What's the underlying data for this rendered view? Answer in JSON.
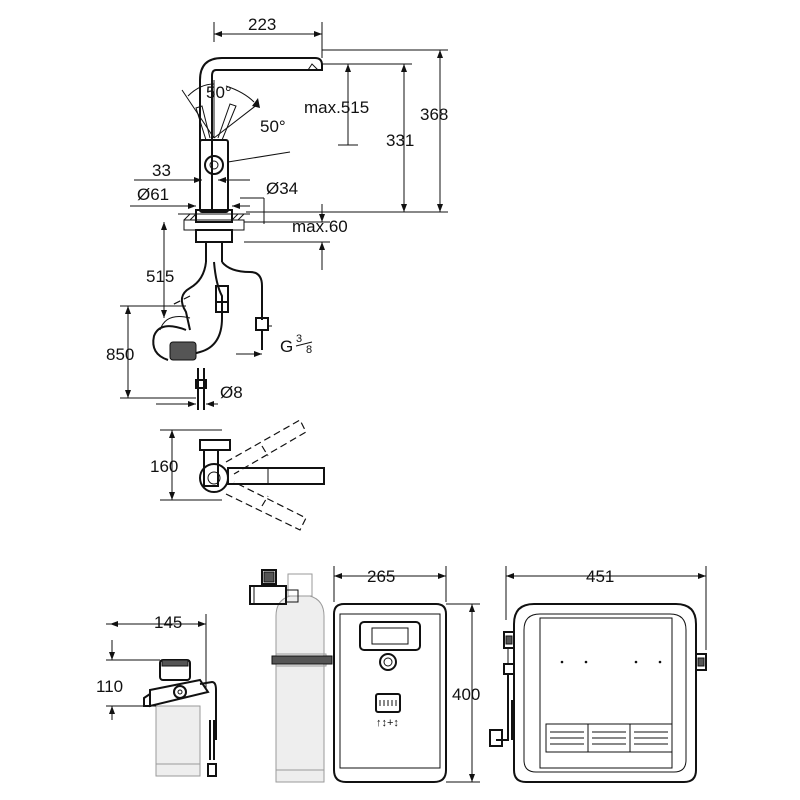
{
  "faucet_front": {
    "dim_width": "223",
    "dim_angle_left": "50°",
    "dim_angle_right": "50°",
    "dim_max_spout": "max.515",
    "dim_spout_height": "331",
    "dim_total_height": "368",
    "dim_lever_offset": "33",
    "dim_base_diameter": "Ø61",
    "dim_hole_diameter": "Ø34",
    "dim_max_deck": "max.60",
    "dim_hose_length": "515",
    "dim_below_deck": "850",
    "dim_thread": "G",
    "dim_thread_num": "3",
    "dim_thread_den": "8",
    "dim_pipe_diameter": "Ø8"
  },
  "faucet_top": {
    "dim_depth": "160"
  },
  "filter_unit": {
    "dim_width": "145",
    "dim_height": "110"
  },
  "chiller_side": {
    "dim_width": "265",
    "dim_height": "400",
    "panel_label": "↑↕+↕"
  },
  "chiller_front": {
    "dim_width": "451"
  }
}
